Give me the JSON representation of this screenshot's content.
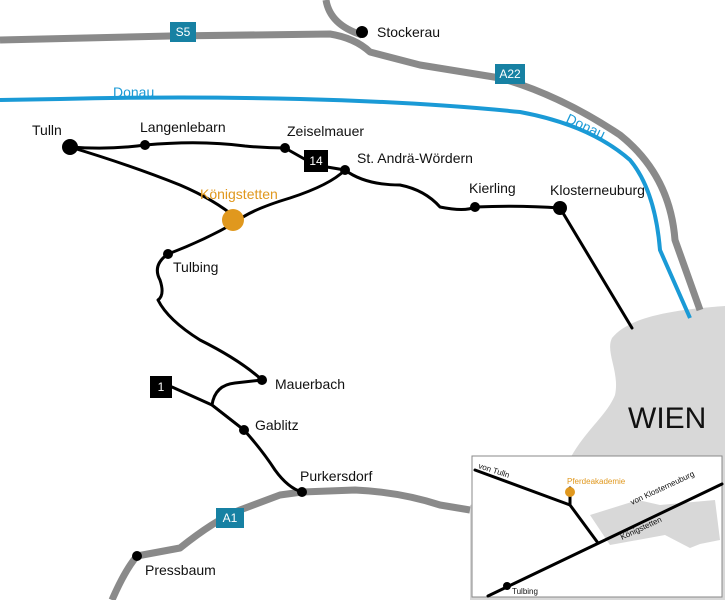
{
  "colors": {
    "highway": "#8a8a8a",
    "road": "#000000",
    "river": "#1a9ad6",
    "highlight": "#e0981e",
    "city_area": "#d8d8d8",
    "shield": "#1781a3",
    "local_road_box": "#000000"
  },
  "highways": [
    {
      "id": "s5",
      "label": "S5"
    },
    {
      "id": "a22",
      "label": "A22"
    },
    {
      "id": "a1",
      "label": "A1"
    }
  ],
  "local_roads": [
    {
      "id": "r14",
      "label": "14"
    },
    {
      "id": "r1",
      "label": "1"
    }
  ],
  "river": {
    "name": "Donau",
    "name_east": "Donau"
  },
  "places": {
    "stockerau": "Stockerau",
    "tulln": "Tulln",
    "langenlebarn": "Langenlebarn",
    "zeiselmauer": "Zeiselmauer",
    "st_andrae": "St. Andrä-Wördern",
    "koenigstetten": "Königstetten",
    "kierling": "Kierling",
    "klosterneuburg": "Klosterneuburg",
    "tulbing": "Tulbing",
    "mauerbach": "Mauerbach",
    "gablitz": "Gablitz",
    "purkersdorf": "Purkersdorf",
    "pressbaum": "Pressbaum",
    "wien": "WIEN"
  },
  "inset": {
    "von_tulln": "von Tulln",
    "pferdeakademie": "Pferdeakademie",
    "von_klosterneuburg": "von Klosterneuburg",
    "koenigstetten": "Königstetten",
    "tulbing": "Tulbing"
  }
}
